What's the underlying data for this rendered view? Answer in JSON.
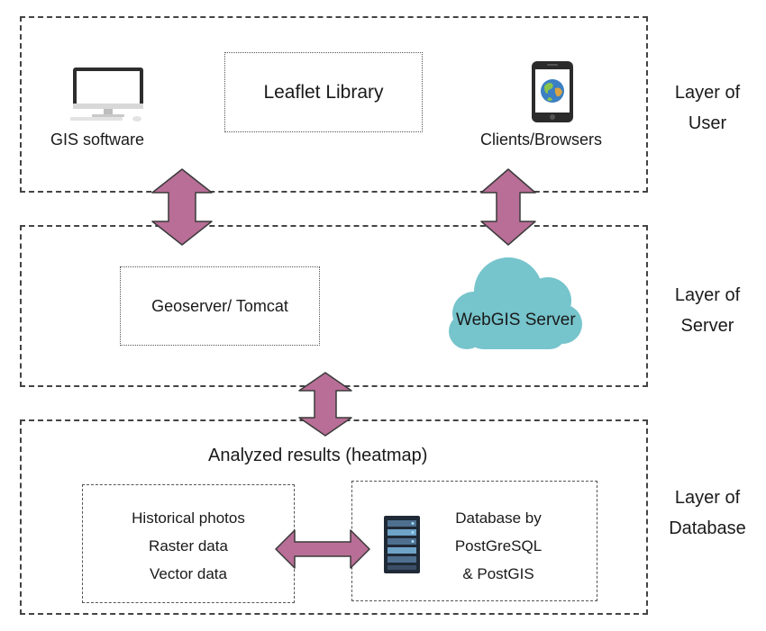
{
  "user_layer": {
    "label_line1": "Layer of",
    "label_line2": "User",
    "gis_software": "GIS software",
    "leaflet": "Leaflet Library",
    "clients": "Clients/Browsers"
  },
  "server_layer": {
    "label_line1": "Layer of",
    "label_line2": "Server",
    "geoserver": "Geoserver/ Tomcat",
    "webgis": "WebGIS Server"
  },
  "database_layer": {
    "label_line1": "Layer of",
    "label_line2": "Database",
    "analyzed": "Analyzed results (heatmap)",
    "sources": [
      "Historical photos",
      "Raster data",
      "Vector data"
    ],
    "database": [
      "Database by",
      "PostGreSQL",
      "& PostGIS"
    ]
  },
  "colors": {
    "arrow_fill": "#b86e96",
    "arrow_stroke": "#3a3a3a",
    "cloud": "#76c4cc"
  },
  "icons": [
    "monitor-icon",
    "smartphone-globe-icon",
    "cloud-icon",
    "server-rack-icon"
  ]
}
